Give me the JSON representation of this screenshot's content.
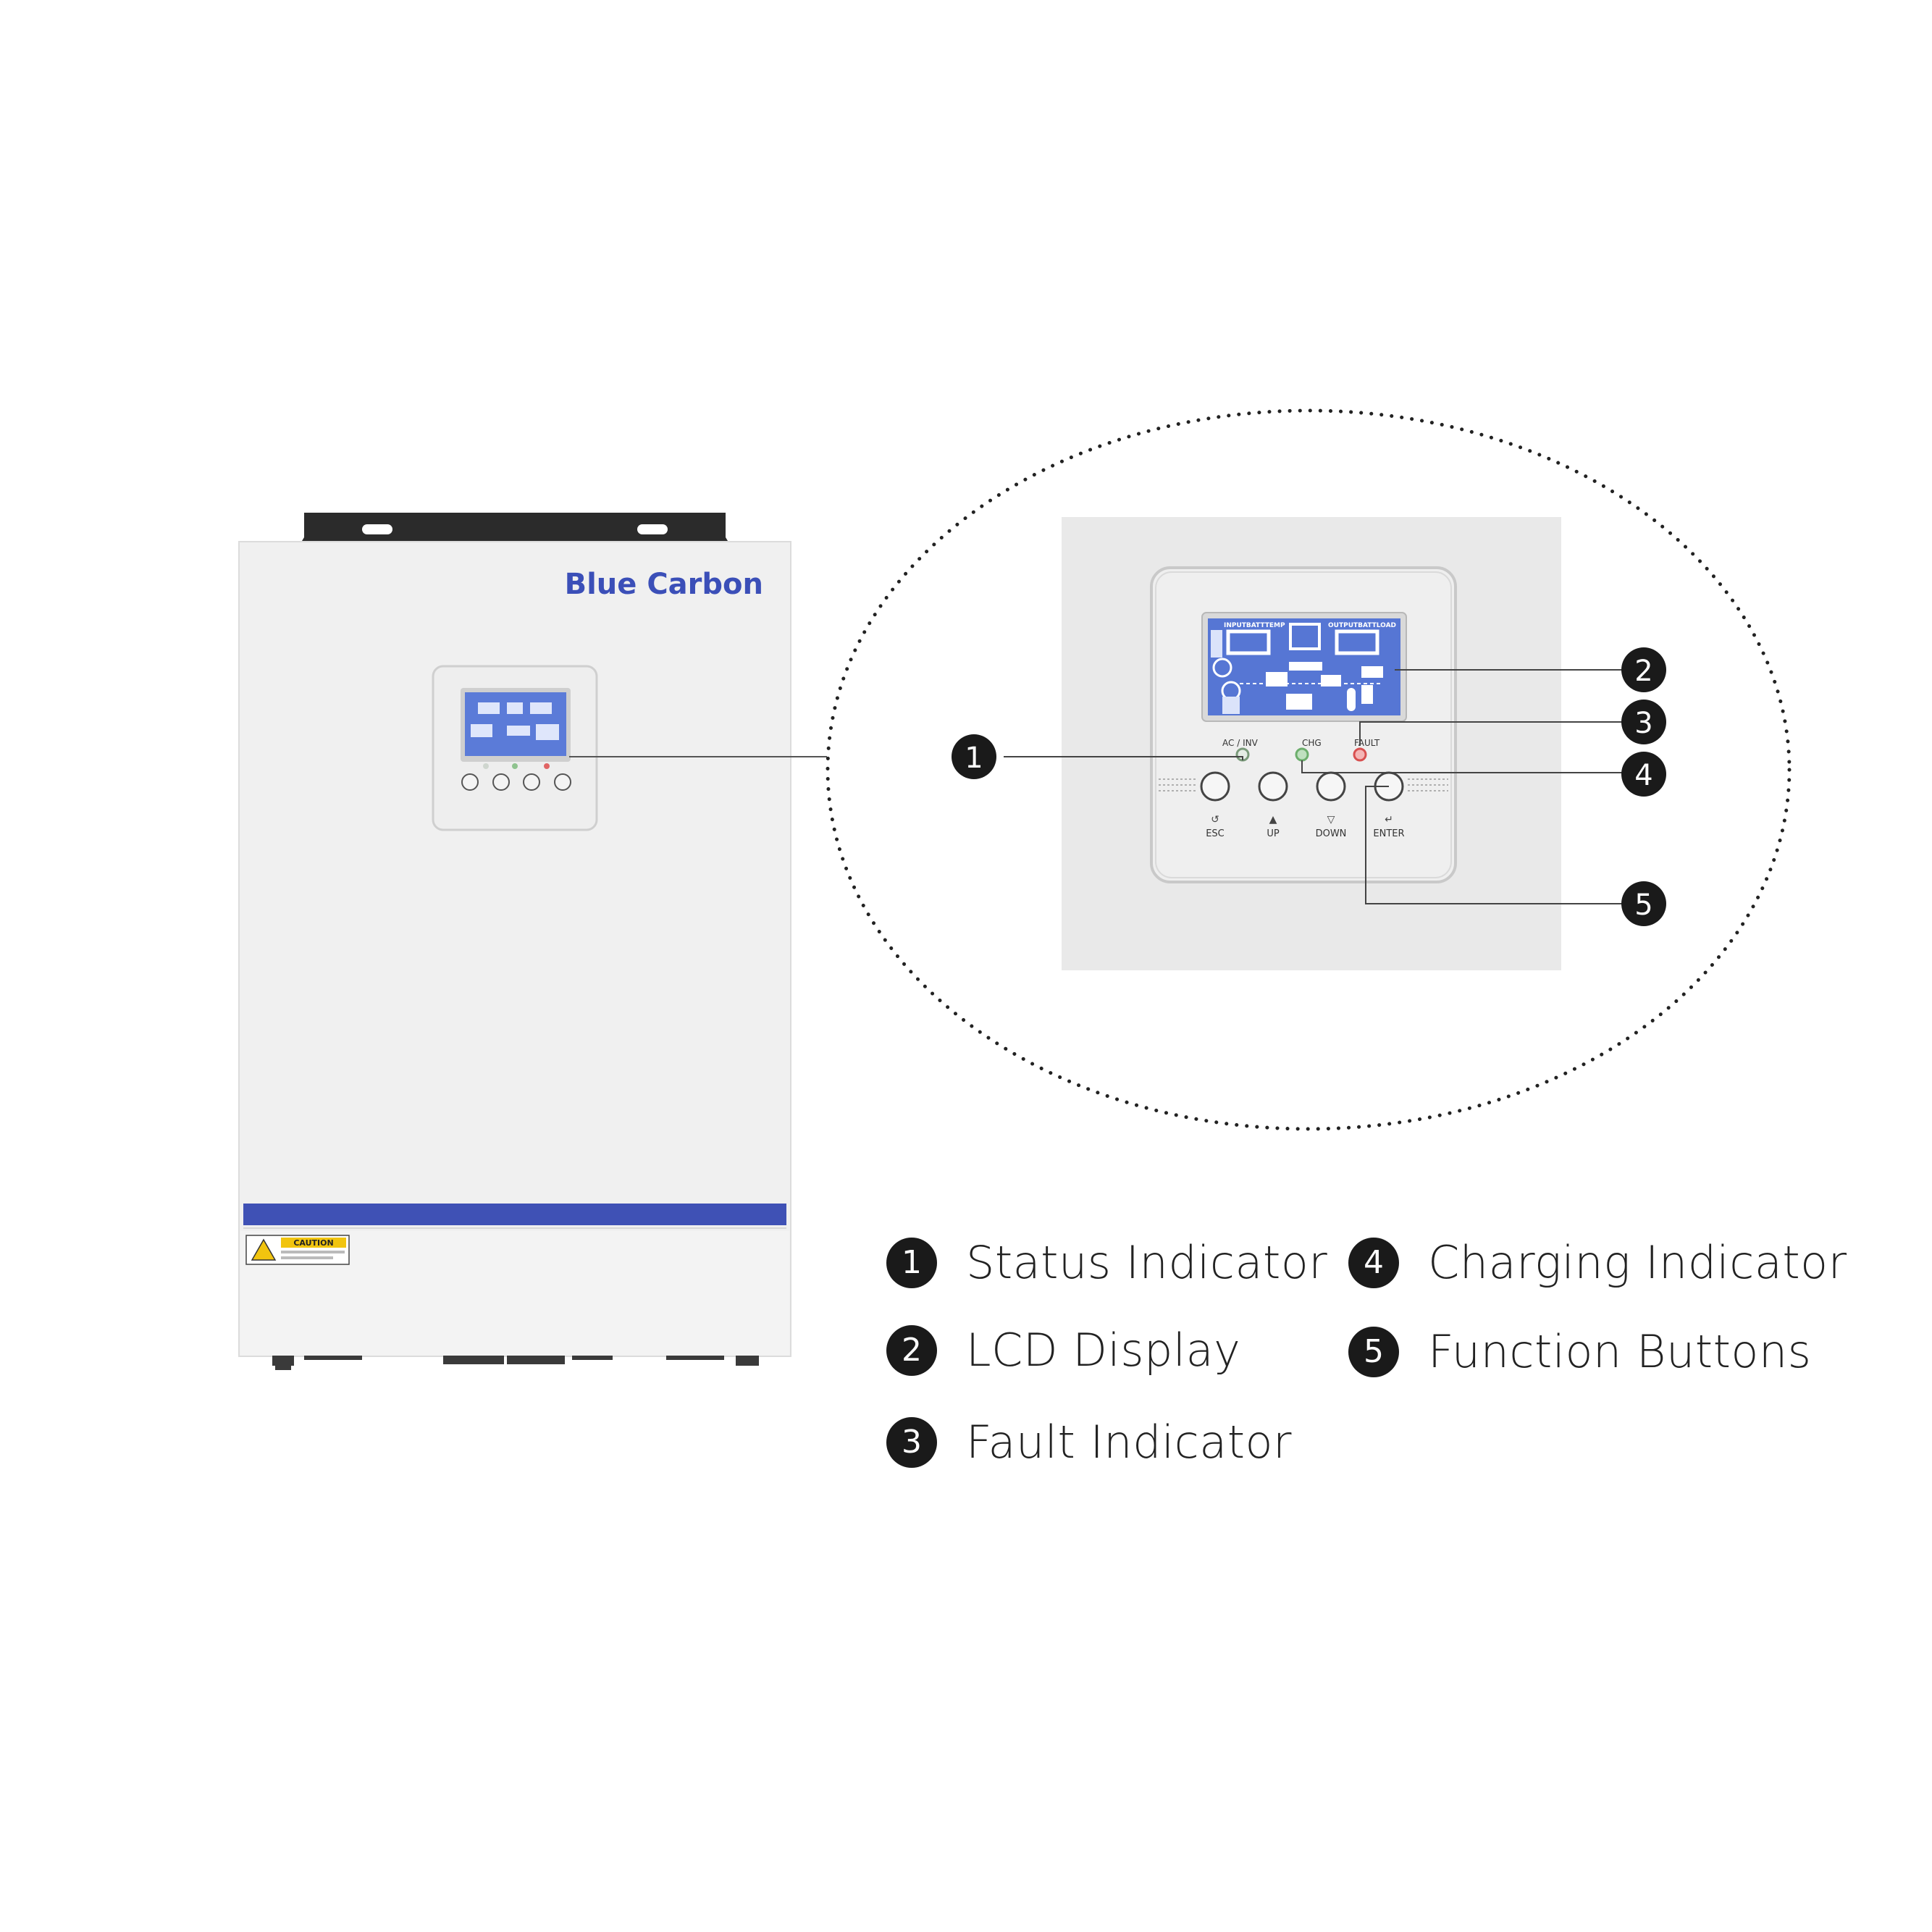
{
  "device": {
    "brand": "Blue Carbon",
    "caution_label": "CAUTION",
    "accent_color": "#3f51b5"
  },
  "panel": {
    "lcd_top_left": "INPUTBATTTEMP",
    "lcd_top_right": "OUTPUTBATTLOAD",
    "indicator_ac": "AC / ",
    "indicator_inv": "INV",
    "indicator_chg": "CHG",
    "indicator_fault": "FAULT",
    "buttons": [
      "ESC",
      "UP",
      "DOWN",
      "ENTER"
    ]
  },
  "callouts": [
    "1",
    "2",
    "3",
    "4",
    "5"
  ],
  "legend": [
    {
      "num": "1",
      "label": "Status Indicator"
    },
    {
      "num": "2",
      "label": "LCD Display"
    },
    {
      "num": "3",
      "label": "Fault Indicator"
    },
    {
      "num": "4",
      "label": "Charging Indicator"
    },
    {
      "num": "5",
      "label": "Function Buttons"
    }
  ]
}
